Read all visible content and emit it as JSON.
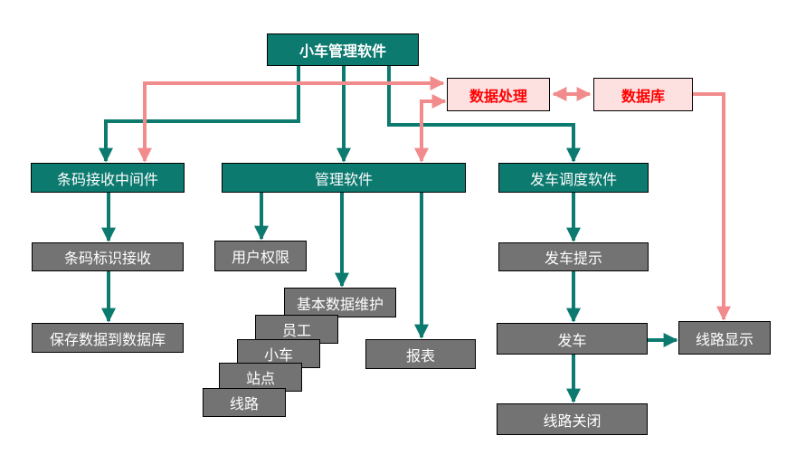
{
  "colors": {
    "teal": "#0d7a70",
    "gray": "#737373",
    "pink_fill": "#fde1e1",
    "pink_arrow": "#f28c8c",
    "red_text": "#ff0000"
  },
  "nodes": {
    "root": "小车管理软件",
    "data_processing": "数据处理",
    "database": "数据库",
    "barcode_middleware": "条码接收中间件",
    "management_software": "管理软件",
    "dispatch_software": "发车调度软件",
    "barcode_receive": "条码标识接收",
    "save_to_db": "保存数据到数据库",
    "user_permission": "用户权限",
    "basic_data": "基本数据维护",
    "staff": "员工",
    "cart": "小车",
    "station": "站点",
    "route": "线路",
    "report": "报表",
    "dispatch_prompt": "发车提示",
    "dispatch": "发车",
    "route_display": "线路显示",
    "route_close": "线路关闭"
  }
}
